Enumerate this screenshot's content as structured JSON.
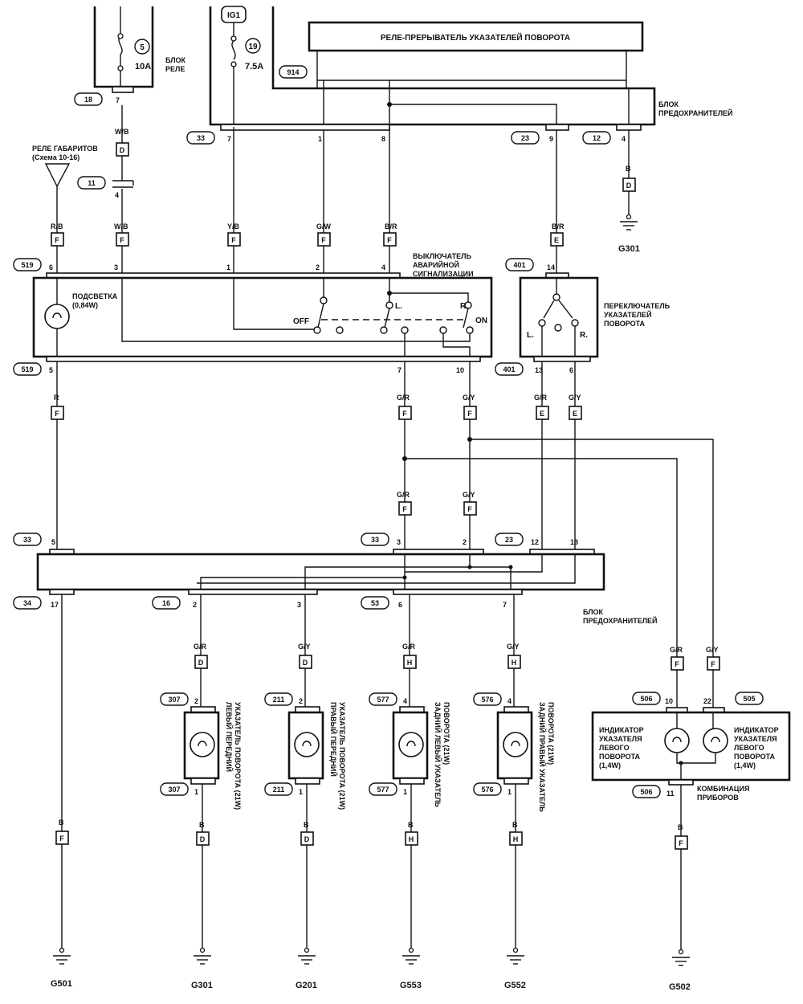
{
  "relay_block": {
    "fuse_num": "5",
    "fuse_rating": "10A",
    "label_1": "БЛОК",
    "label_2": "РЕЛЕ",
    "conn": "18",
    "pin": "7"
  },
  "ig1": {
    "label": "IG1",
    "fuse_num": "19",
    "fuse_rating": "7.5A"
  },
  "flasher": {
    "label": "РЕЛЕ-ПРЕРЫВАТЕЛЬ УКАЗАТЕЛЕЙ ПОВОРОТА",
    "code": "914"
  },
  "fuse_block_top": {
    "label_1": "БЛОК",
    "label_2": "ПРЕДОХРАНИТЕЛЕЙ",
    "conn_left": "33",
    "conn_mid": "23",
    "conn_right": "12",
    "pins": [
      "7",
      "1",
      "8",
      "9",
      "4"
    ]
  },
  "parking_relay": {
    "label_1": "РЕЛЕ ГАБАРИТОВ",
    "label_2": "(Схема 10-16)"
  },
  "wires": {
    "wb": "W/B",
    "rb": "R/B",
    "yb": "Y/B",
    "gw": "G/W",
    "br": "B/R",
    "b": "B",
    "r": "R",
    "gr": "G/R",
    "gy": "G/Y"
  },
  "conn_codes": {
    "d": "D",
    "f": "F",
    "e": "E",
    "h": "H"
  },
  "junction_11": {
    "conn": "11",
    "pin": "4"
  },
  "g301_top": {
    "label": "G301"
  },
  "hazard": {
    "label_1": "ВЫКЛЮЧАТЕЛЬ",
    "label_2": "АВАРИЙНОЙ",
    "label_3": "СИГНАЛИЗАЦИИ",
    "conn_top": "519",
    "conn_bottom": "519",
    "pins_top": [
      "6",
      "3",
      "1",
      "2",
      "4"
    ],
    "pins_bottom": [
      "5",
      "7",
      "10"
    ],
    "backlight_1": "ПОДСВЕТКА",
    "backlight_2": "(0,84W)",
    "off": "OFF",
    "on": "ON",
    "l": "L.",
    "r": "R."
  },
  "turn_switch": {
    "conn_top": "401",
    "conn_bottom": "401",
    "pin_top": "14",
    "pins_bottom": [
      "13",
      "6"
    ],
    "label_1": "ПЕРЕКЛЮЧАТЕЛЬ",
    "label_2": "УКАЗАТЕЛЕЙ",
    "label_3": "ПОВОРОТА",
    "l": "L.",
    "r": "R."
  },
  "fuse_block_bottom": {
    "label_1": "БЛОК",
    "label_2": "ПРЕДОХРАНИТЕЛЕЙ",
    "conn_top_left": "33",
    "conn_top_mid": "33",
    "conn_top_right": "23",
    "pins_top": [
      "5",
      "3",
      "2",
      "12",
      "13"
    ],
    "conn_bot": [
      "34",
      "16",
      "53"
    ],
    "pins_bot": [
      "17",
      "2",
      "3",
      "6",
      "7"
    ]
  },
  "lamps": [
    {
      "conn_top": "307",
      "pin_top": "2",
      "conn_bot": "307",
      "pin_bot": "1",
      "text_1": "ЛЕВЫЙ ПЕРЕДНИЙ",
      "text_2": "УКАЗАТЕЛЬ ПОВОРОТА (21W)",
      "ground": "G301"
    },
    {
      "conn_top": "211",
      "pin_top": "2",
      "conn_bot": "211",
      "pin_bot": "1",
      "text_1": "ПРАВЫЙ ПЕРЕДНИЙ",
      "text_2": "УКАЗАТЕЛЬ ПОВОРОТА (21W)",
      "ground": "G201"
    },
    {
      "conn_top": "577",
      "pin_top": "4",
      "conn_bot": "577",
      "pin_bot": "1",
      "text_1": "ЗАДНИЙ ЛЕВЫЙ УКАЗАТЕЛЬ",
      "text_2": "ПОВОРОТА (21W)",
      "ground": "G553"
    },
    {
      "conn_top": "576",
      "pin_top": "4",
      "conn_bot": "576",
      "pin_bot": "1",
      "text_1": "ЗАДНИЙ ПРАВЫЙ УКАЗАТЕЛЬ",
      "text_2": "ПОВОРОТА (21W)",
      "ground": "G552"
    }
  ],
  "g501": {
    "label": "G501"
  },
  "cluster": {
    "conn_left": "506",
    "pin_left": "10",
    "pin_right": "22",
    "conn_right": "505",
    "conn_bot": "506",
    "pin_bot": "11",
    "ind_left": [
      "ИНДИКАТОР",
      "УКАЗАТЕЛЯ",
      "ЛЕВОГО",
      "ПОВОРОТА",
      "(1,4W)"
    ],
    "ind_right": [
      "ИНДИКАТОР",
      "УКАЗАТЕЛЯ",
      "ЛЕВОГО",
      "ПОВОРОТА",
      "(1,4W)"
    ],
    "label_1": "КОМБИНАЦИЯ",
    "label_2": "ПРИБОРОВ",
    "ground": "G502"
  }
}
